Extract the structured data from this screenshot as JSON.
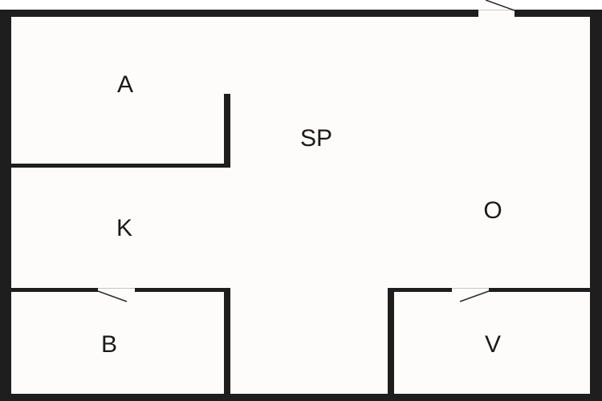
{
  "plan": {
    "colors": {
      "wall": "#1e1e1e",
      "floor": "#fdfcfa",
      "label": "#1a1a1a"
    },
    "rooms": [
      {
        "id": "A",
        "label": "A"
      },
      {
        "id": "SP",
        "label": "SP"
      },
      {
        "id": "K",
        "label": "K"
      },
      {
        "id": "O",
        "label": "O"
      },
      {
        "id": "B",
        "label": "B"
      },
      {
        "id": "V",
        "label": "V"
      }
    ],
    "doors": [
      {
        "id": "entrance",
        "location": "top-right"
      },
      {
        "id": "b-door",
        "location": "room-B-top"
      },
      {
        "id": "v-door",
        "location": "room-V-top"
      }
    ]
  }
}
